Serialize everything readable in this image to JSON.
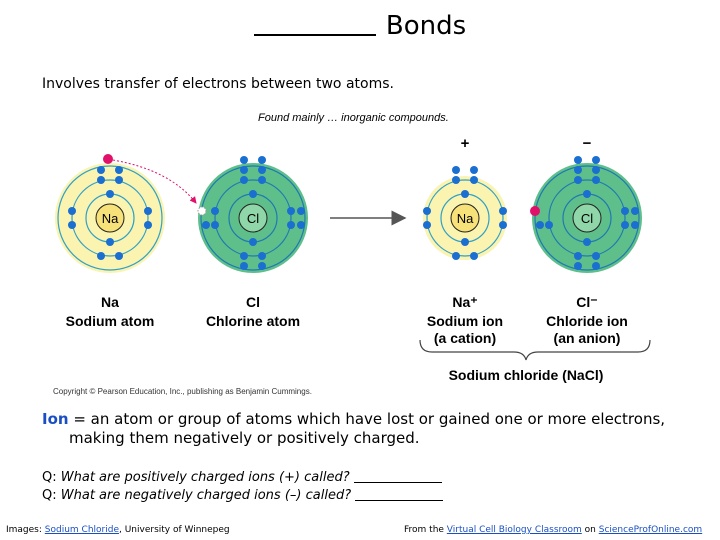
{
  "title": {
    "blank": "______",
    "text": "Bonds"
  },
  "subtitle": "Involves transfer of electrons between two atoms.",
  "found_note": "Found mainly … inorganic compounds.",
  "diagram": {
    "atoms": [
      {
        "symbol": "Na",
        "label_top": "Na",
        "label_bottom": "Sodium atom"
      },
      {
        "symbol": "Cl",
        "label_top": "Cl",
        "label_bottom": "Chlorine atom"
      },
      {
        "symbol": "Na",
        "label_top": "Na⁺",
        "label_bottom": "Sodium ion",
        "label_extra": "(a cation)",
        "charge": "+"
      },
      {
        "symbol": "Cl",
        "label_top": "Cl⁻",
        "label_bottom": "Chloride ion",
        "label_extra": "(an anion)",
        "charge": "−"
      }
    ],
    "compound_label": "Sodium chloride (NaCl)",
    "colors": {
      "sodium_fill": "#fbf3b0",
      "chlorine_fill": "#5fbf8a",
      "electron": "#1a6fd0",
      "transfer_electron": "#e0106b"
    }
  },
  "copyright": "Copyright © Pearson Education, Inc., publishing as Benjamin Cummings.",
  "ion_definition": {
    "term": "Ion",
    "line1": " = an atom or group of atoms which have lost or gained one or more electrons,",
    "line2": "making them negatively or positively charged."
  },
  "questions": [
    {
      "label": "Q:",
      "text": "What are positively charged ions (+) called?"
    },
    {
      "label": "Q:",
      "text": "What are negatively charged ions (–) called?"
    }
  ],
  "footer_left": {
    "prefix": "Images: ",
    "link": "Sodium Chloride",
    "suffix": ", University of Winnepeg"
  },
  "footer_right": {
    "prefix": "From the ",
    "link1": "Virtual Cell Biology Classroom",
    "mid": " on ",
    "link2": "ScienceProfOnline.com"
  }
}
